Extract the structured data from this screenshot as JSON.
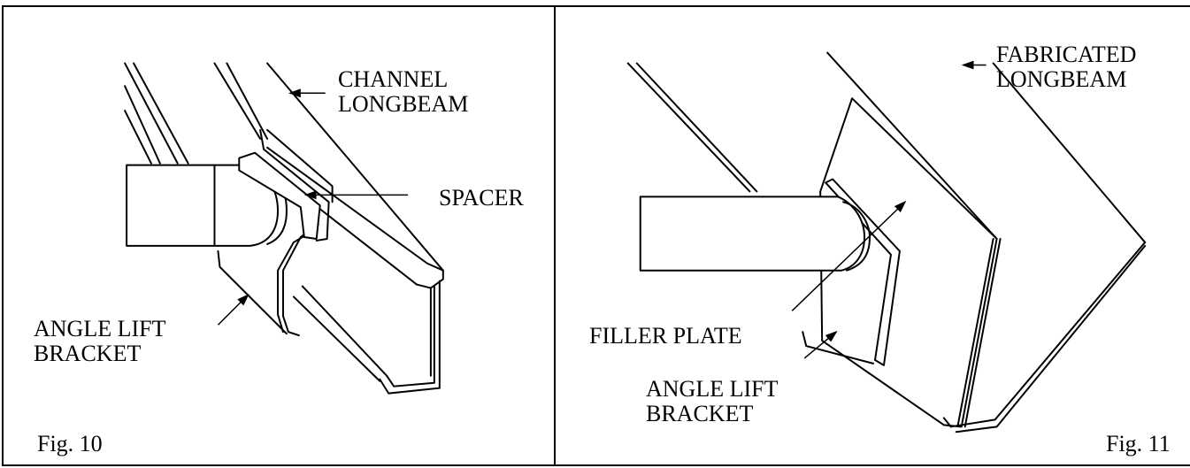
{
  "figures": [
    {
      "fig_label": "Fig. 10",
      "labels": {
        "longbeam": "CHANNEL\nLONGBEAM",
        "spacer": "SPACER",
        "bracket": "ANGLE LIFT\nBRACKET"
      }
    },
    {
      "fig_label": "Fig. 11",
      "labels": {
        "longbeam": "FABRICATED\nLONGBEAM",
        "filler": "FILLER PLATE",
        "bracket": "ANGLE LIFT\nBRACKET"
      }
    }
  ]
}
